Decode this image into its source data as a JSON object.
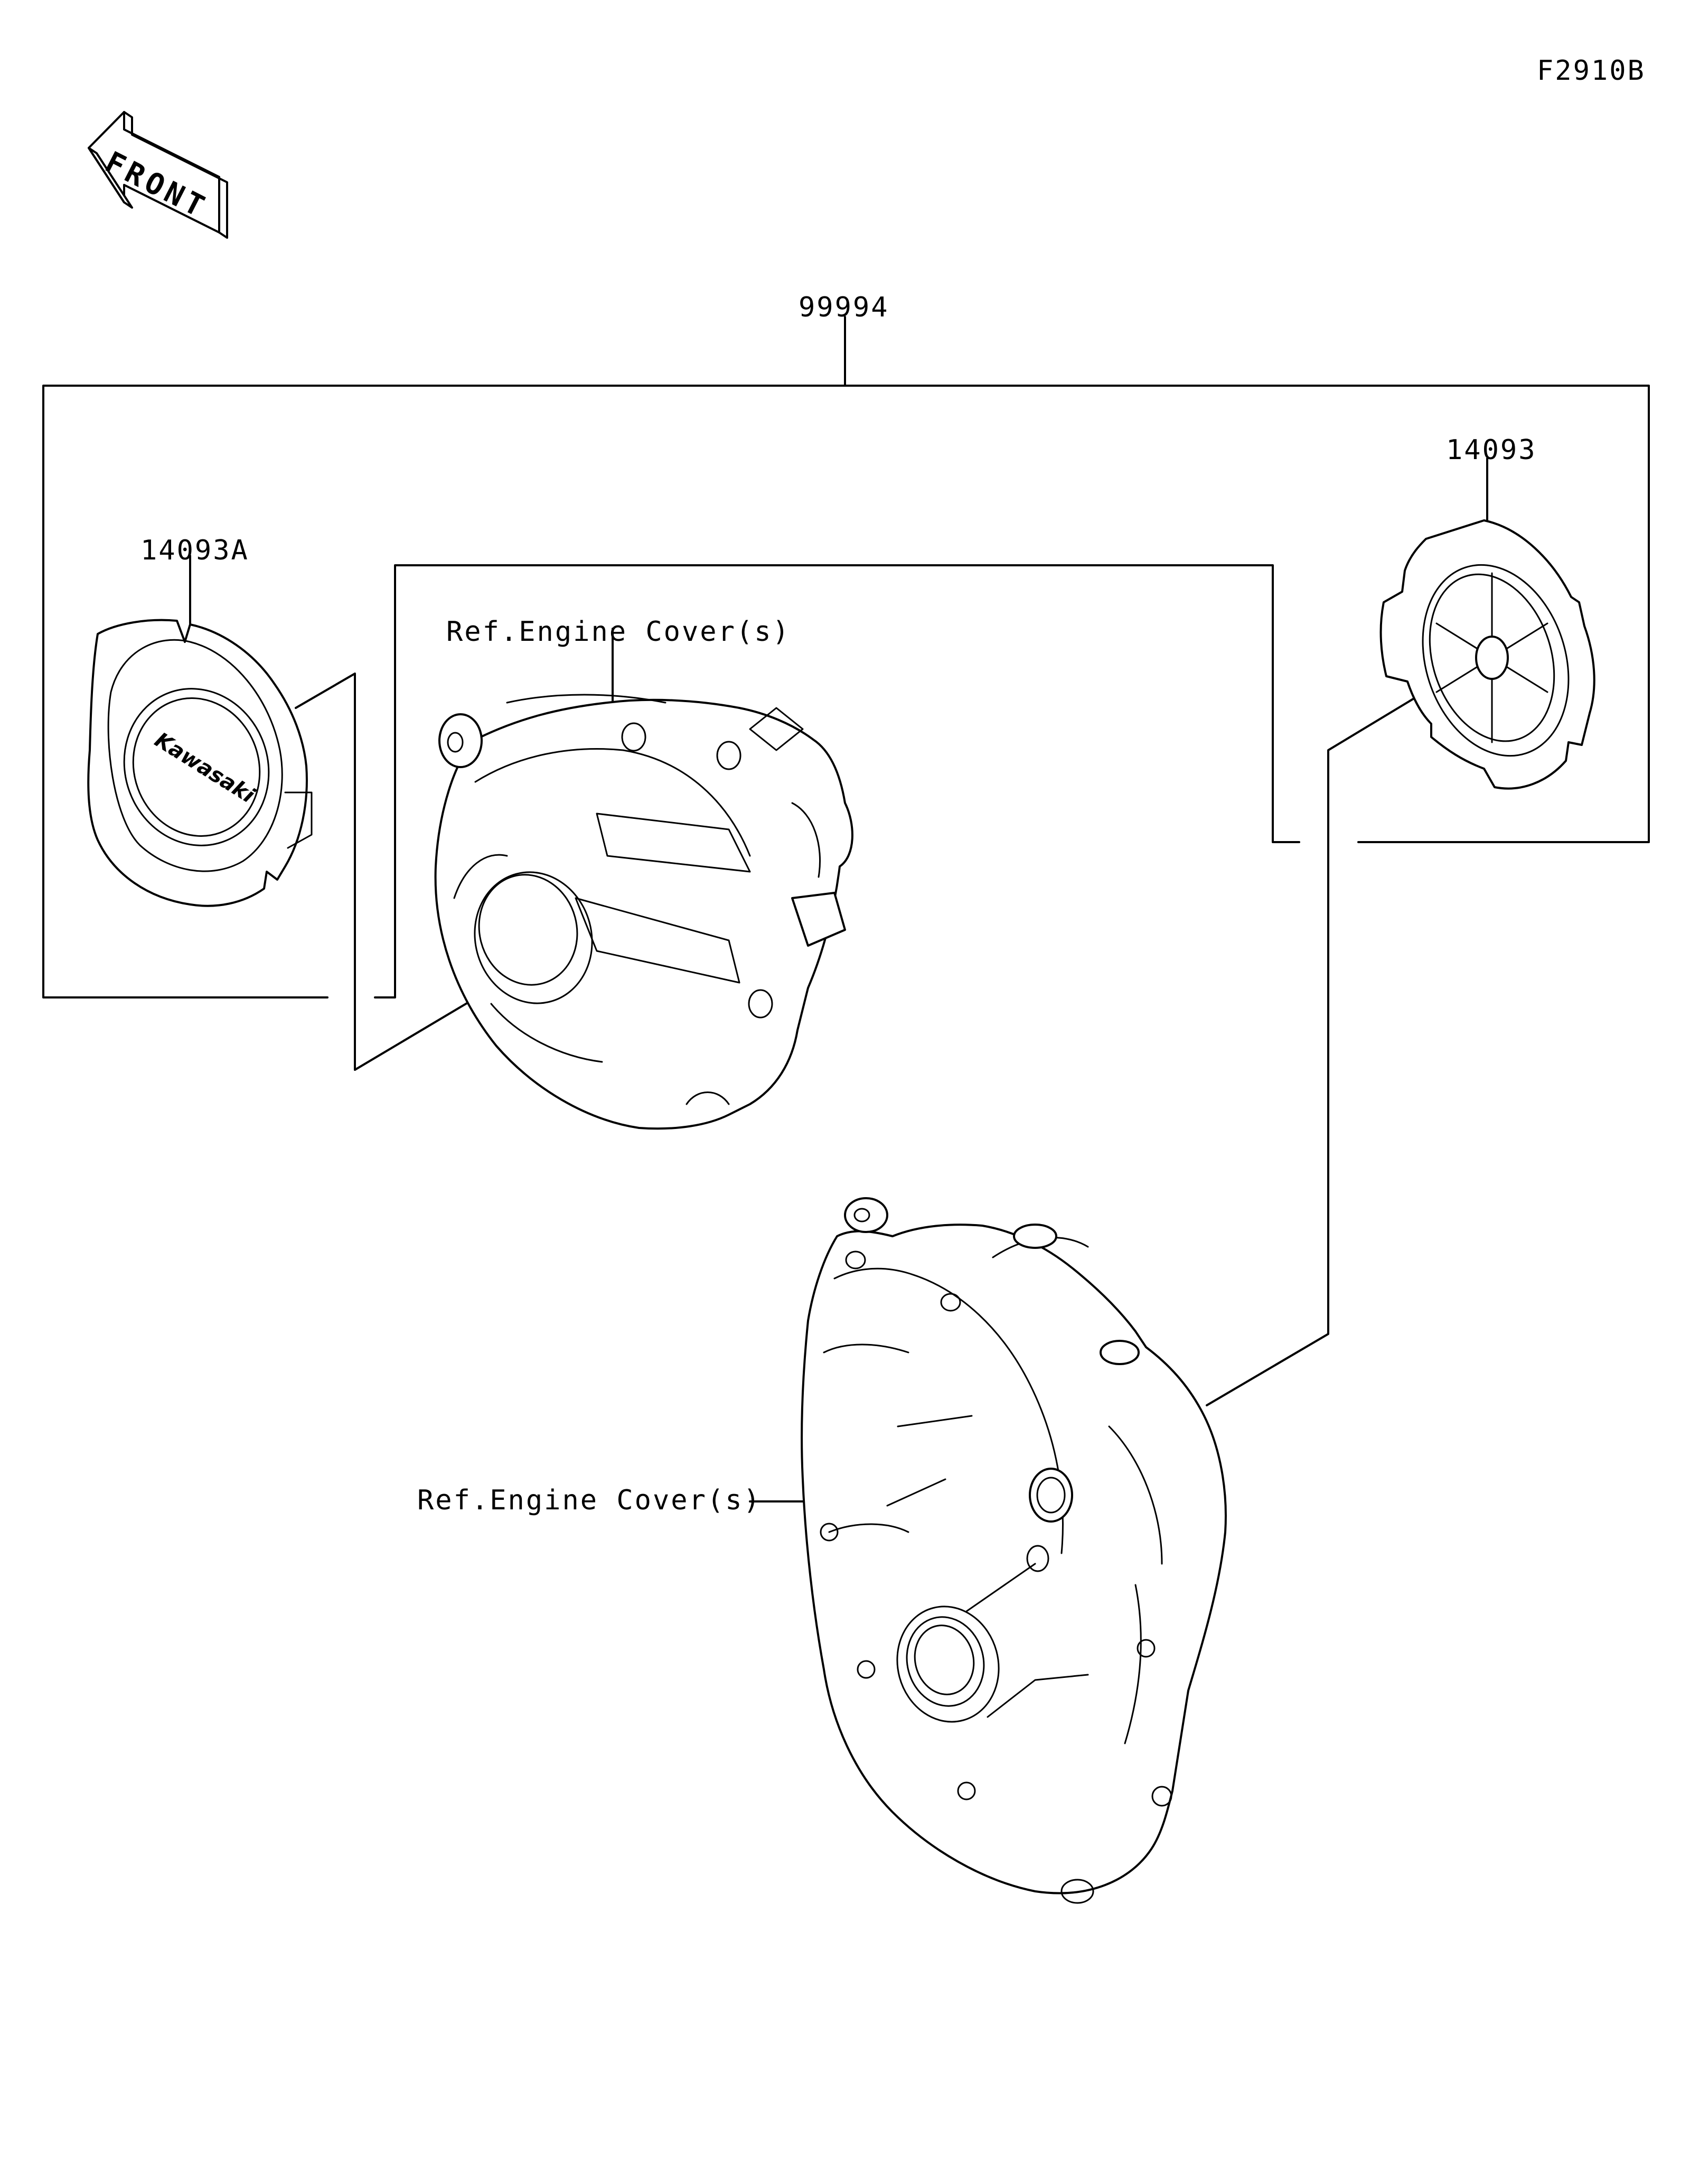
{
  "diagram": {
    "figure_code": "F2910B",
    "front_badge": "FRONT",
    "labels": {
      "kit": "99994",
      "left_cover": "14093A",
      "right_cover": "14093",
      "ref_top": "Ref.Engine Cover(s)",
      "ref_bottom": "Ref.Engine Cover(s)"
    },
    "logo_text": "Kawasaki",
    "colors": {
      "line": "#000000",
      "background": "#ffffff"
    },
    "icons": [
      "front-arrow-icon"
    ]
  }
}
